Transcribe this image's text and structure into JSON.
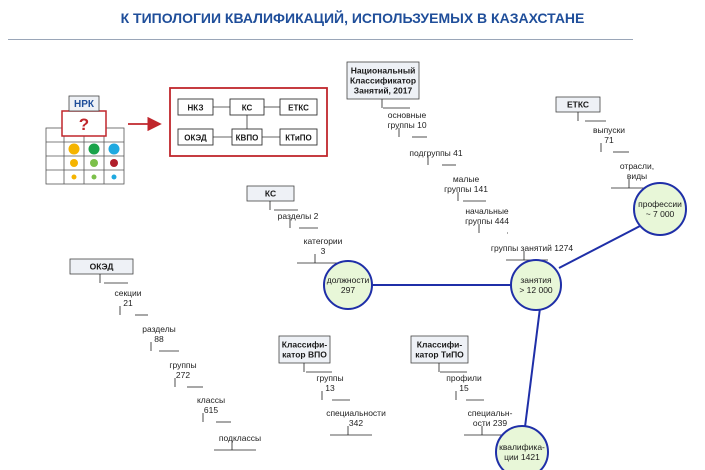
{
  "title": "К ТИПОЛОГИИ КВАЛИФИКАЦИЙ,  ИСПОЛЬЗУЕМЫХ В КАЗАХСТАНЕ",
  "nrk": {
    "label": "НРК",
    "mark": "?"
  },
  "classifiers_box": {
    "top": [
      "НКЗ",
      "КС",
      "ЕТКС"
    ],
    "bottom": [
      "ОКЭД",
      "КВПО",
      "КТиПО"
    ]
  },
  "nkz": {
    "header": [
      "Национальный",
      "Классификатор",
      "Занятий, 2017"
    ],
    "steps": [
      [
        "основные",
        "группы 10"
      ],
      [
        "подгруппы 41"
      ],
      [
        "малые",
        "группы 141"
      ],
      [
        "начальные",
        "группы 444"
      ],
      [
        "группы занятий 1274"
      ]
    ]
  },
  "etks": {
    "header": [
      "ЕТКС"
    ],
    "steps": [
      [
        "выпуски",
        "71"
      ],
      [
        "отрасли,",
        "виды"
      ]
    ]
  },
  "ks": {
    "header": [
      "КС"
    ],
    "steps": [
      [
        "разделы 2"
      ],
      [
        "категории",
        "3"
      ]
    ]
  },
  "oked": {
    "header": [
      "ОКЭД"
    ],
    "steps": [
      [
        "секции",
        "21"
      ],
      [
        "разделы",
        "88"
      ],
      [
        "группы",
        "272"
      ],
      [
        "классы",
        "615"
      ],
      [
        "подклассы"
      ]
    ]
  },
  "kvpo": {
    "header": [
      "Классифи-",
      "катор ВПО"
    ],
    "steps": [
      [
        "группы",
        "13"
      ],
      [
        "специальности",
        "342"
      ]
    ]
  },
  "ktipo": {
    "header": [
      "Классифи-",
      "катор ТиПО"
    ],
    "steps": [
      [
        "профили",
        "15"
      ],
      [
        "специальн-",
        "ости 239"
      ]
    ]
  },
  "circles": {
    "professions": [
      "профессии",
      "~ 7 000"
    ],
    "positions": [
      "должности",
      "297"
    ],
    "occupations": [
      "занятия",
      "> 12 000"
    ],
    "qualifications": [
      "квалифика-",
      "ции 1421"
    ]
  },
  "colors": {
    "title": "#1f4e9a",
    "connector": "#1f2fa8",
    "circle_fill": "#e8f7d8",
    "circle_stroke": "#1f2fa8",
    "red": "#c0262c",
    "header_box_fill": "#eef1f6"
  }
}
